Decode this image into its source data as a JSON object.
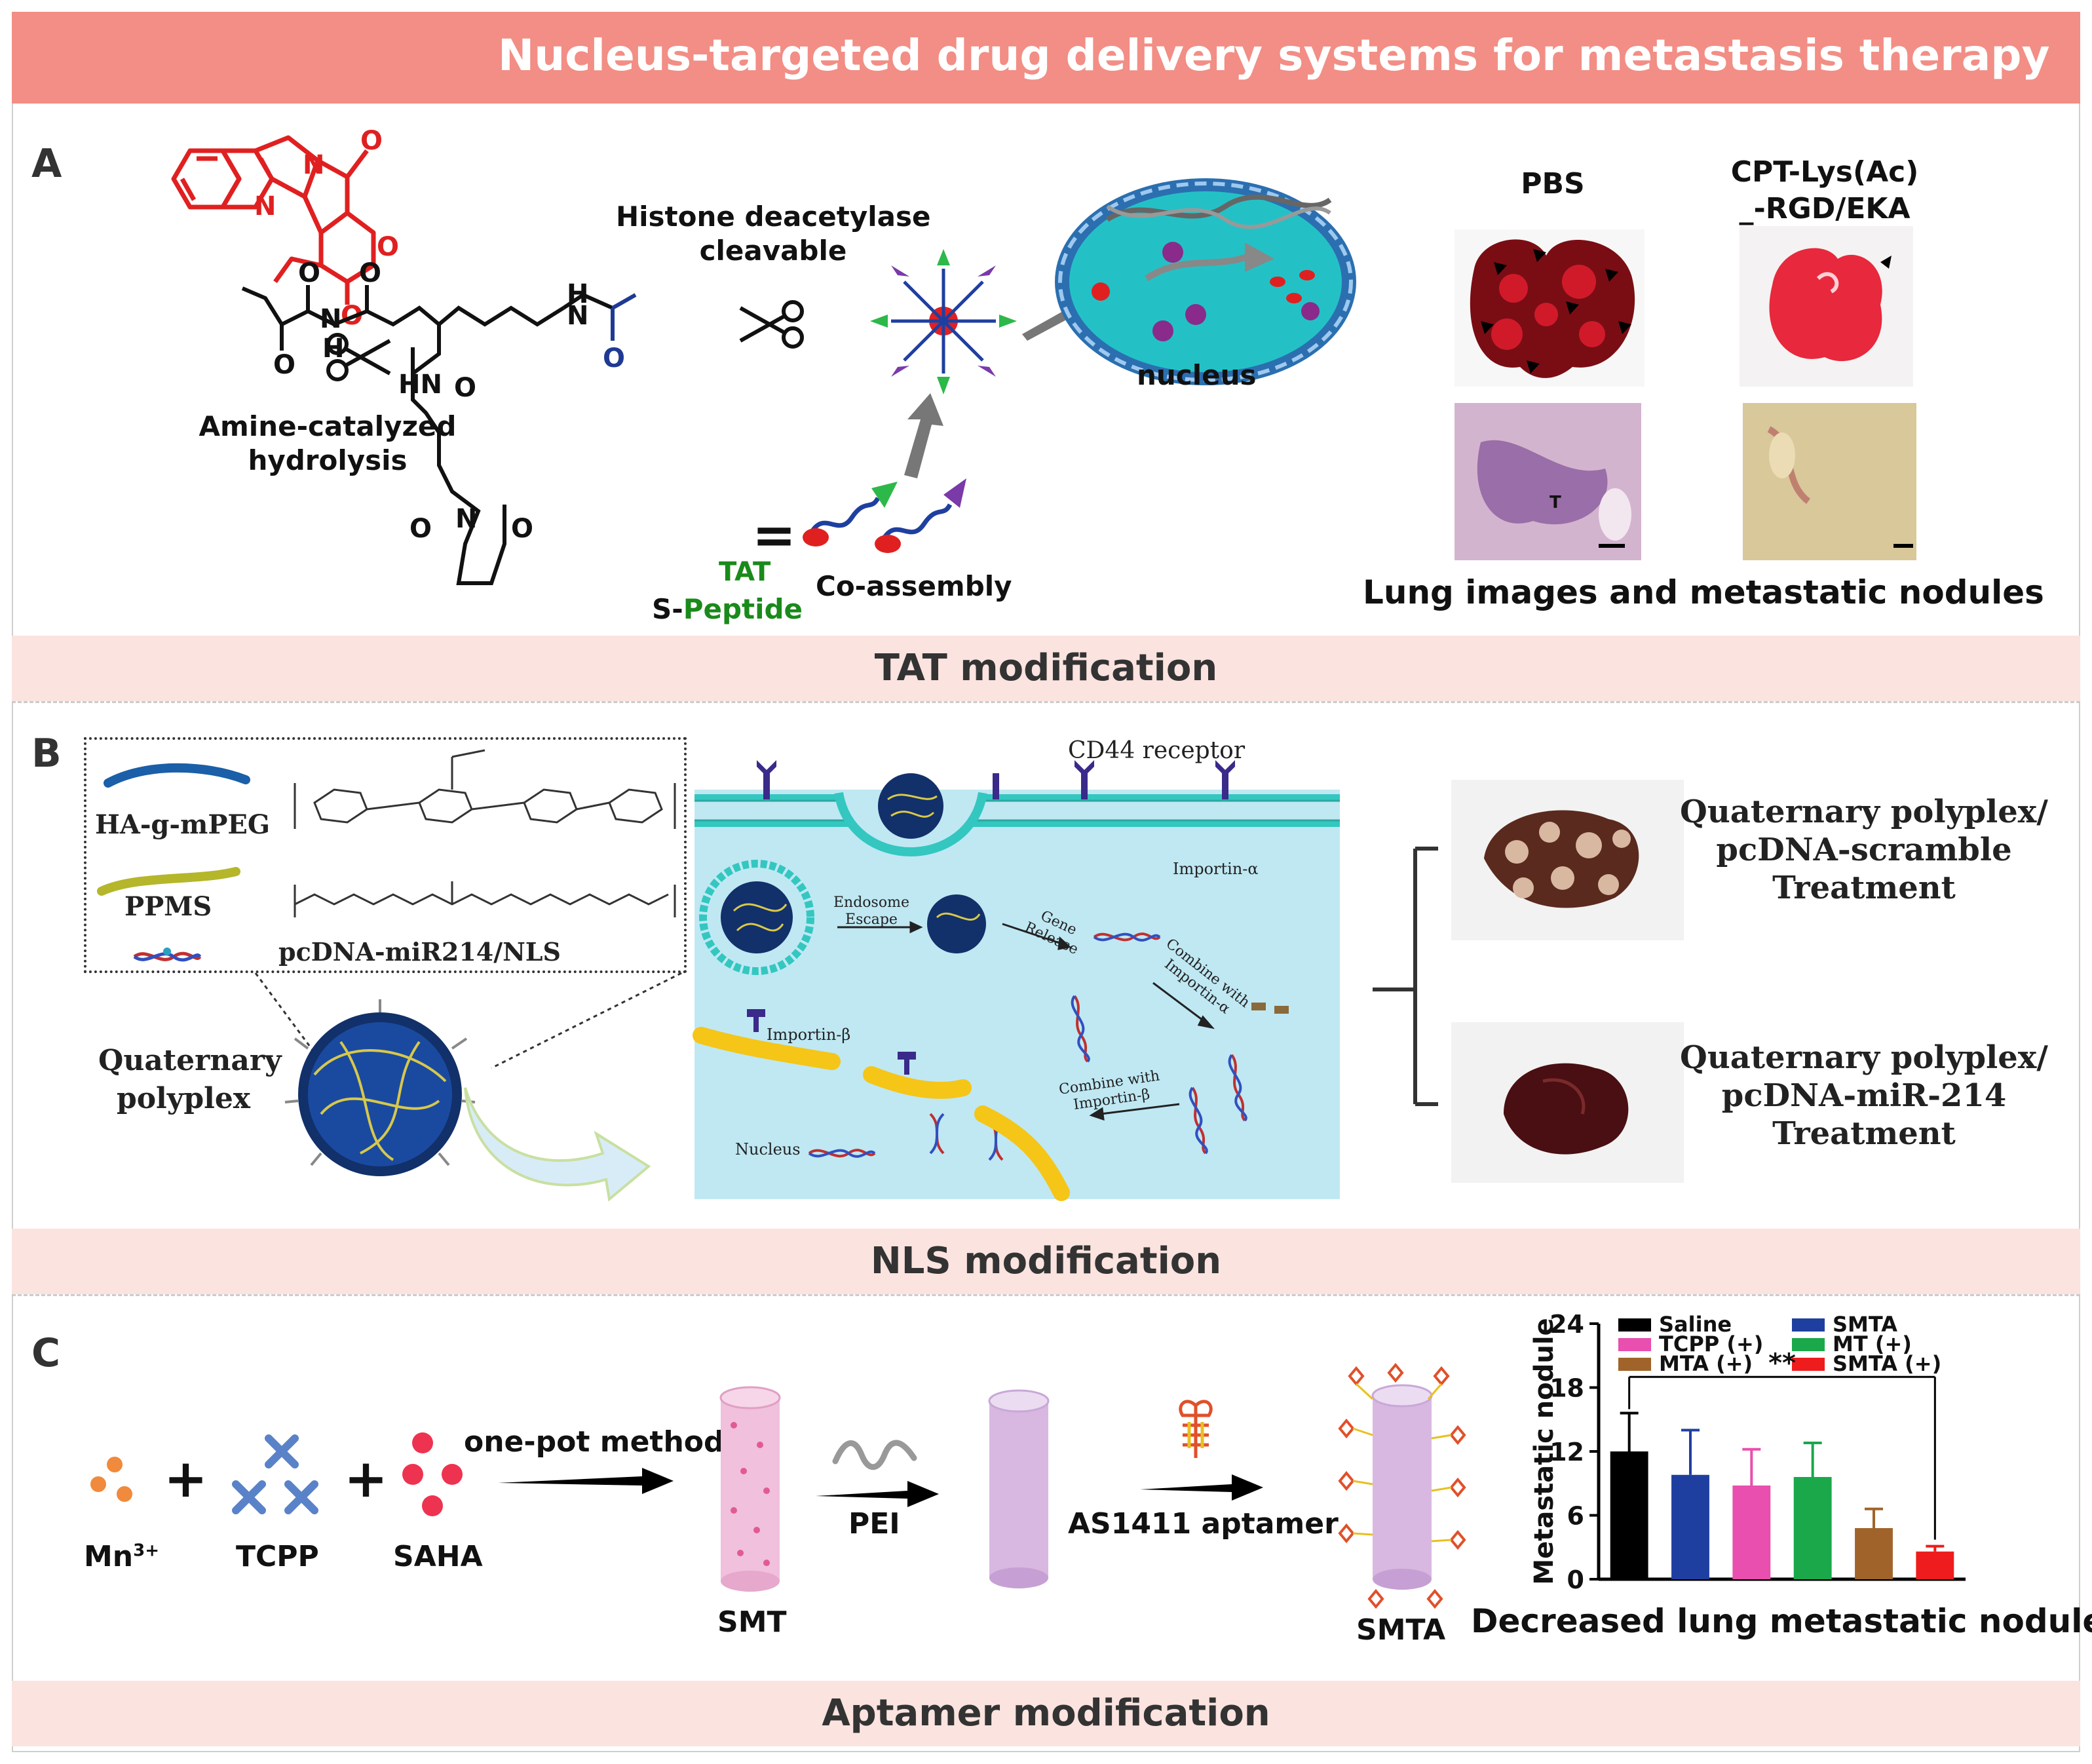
{
  "title": "Nucleus-targeted drug delivery systems for metastasis therapy",
  "colors": {
    "title_bar": "#f28e85",
    "section_band": "#fbe3df",
    "drug_red": "#e02020",
    "tat_green": "#1a8a1a",
    "acetyl_blue": "#1f3a93",
    "bar_saline": "#000000",
    "bar_smta": "#1f3fa0",
    "bar_tcpp": "#e84fae",
    "bar_mt": "#1aa84a",
    "bar_mta": "#a0642a",
    "bar_smta_plus": "#ee1c1c"
  },
  "panel_a": {
    "letter": "A",
    "band_label": "TAT modification",
    "histone_label_1": "Histone deacetylase",
    "histone_label_2": "cleavable",
    "amine_label_1": "Amine-catalyzed",
    "amine_label_2": "hydrolysis",
    "atom_n": "N",
    "atom_o": "O",
    "atom_h": "H",
    "atom_hn": "HN",
    "tat_label": "TAT",
    "s_prefix": "S-",
    "peptide_label": "Peptide",
    "equals": "=",
    "coassembly_label": "Co-assembly",
    "nucleus_label": "nucleus",
    "pbs_label": "PBS",
    "cpt_label_1": "CPT-Lys(Ac)",
    "cpt_label_2": "_-RGD/EKA",
    "tumor_marker": "T",
    "lung_caption": "Lung images and metastatic nodules"
  },
  "panel_b": {
    "letter": "B",
    "band_label": "NLS modification",
    "legend_hagmpeg": "HA-g-mPEG",
    "legend_ppms": "PPMS",
    "legend_pcdna": "pcDNA-miR214/NLS",
    "quaternary_1": "Quaternary",
    "quaternary_2": "polyplex",
    "cd44": "CD44 receptor",
    "importin_a": "Importin-α",
    "importin_b": "Importin-β",
    "endosome_1": "Endosome",
    "endosome_2": "Escape",
    "gene_1": "Gene",
    "gene_2": "Release",
    "combine_a_1": "Combine with",
    "combine_a_2": "Importin-α",
    "combine_b_1": "Combine with",
    "combine_b_2": "Importin-β",
    "nucleus": "Nucleus",
    "treat_top_1": "Quaternary polyplex/",
    "treat_top_2": "pcDNA-scramble",
    "treat_top_3": "Treatment",
    "treat_bot_1": "Quaternary polyplex/",
    "treat_bot_2": "pcDNA-miR-214",
    "treat_bot_3": "Treatment"
  },
  "panel_c": {
    "letter": "C",
    "band_label": "Aptamer modification",
    "plus": "+",
    "mn_label": "Mn",
    "mn_sup": "3+",
    "tcpp_label": "TCPP",
    "saha_label": "SAHA",
    "onepot_label": "one-pot method",
    "smt_label": "SMT",
    "pei_label": "PEI",
    "aptamer_label": "AS1411 aptamer",
    "smta_label": "SMTA",
    "result_caption": "Decreased lung metastatic nodules",
    "significance": "**"
  },
  "chart_data": {
    "type": "bar",
    "ylabel": "Metastatic nodule",
    "ylim": [
      0,
      24
    ],
    "yticks": [
      0,
      6,
      12,
      18,
      24
    ],
    "legend_placement": "top",
    "categories": [
      "Saline",
      "SMTA",
      "TCPP (+)",
      "MT (+)",
      "MTA (+)",
      "SMTA (+)"
    ],
    "values": [
      12,
      9.8,
      8.8,
      9.6,
      4.8,
      2.6
    ],
    "errors": [
      3.6,
      4.2,
      3.4,
      3.2,
      1.8,
      0.5
    ],
    "colors": [
      "#000000",
      "#1f3fa0",
      "#e84fae",
      "#1aa84a",
      "#a0642a",
      "#ee1c1c"
    ],
    "significance": {
      "from": "Saline",
      "to": "SMTA (+)",
      "label": "**"
    },
    "grid": false
  }
}
